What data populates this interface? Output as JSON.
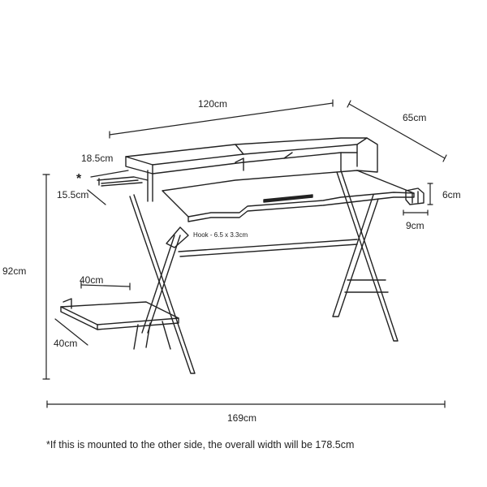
{
  "dimensions": {
    "desk_top_width": "120cm",
    "desk_depth": "65cm",
    "headphone_rack_length": "18.5cm",
    "headphone_rack_width": "15.5cm",
    "asterisk": "*",
    "cup_holder_height": "6cm",
    "cup_holder_diameter": "9cm",
    "hook": "Hook - 6.5 x 3.3cm",
    "overall_height": "92cm",
    "footrest_width": "40cm",
    "footrest_depth": "40cm",
    "overall_width": "169cm"
  },
  "footnote": "*If this is mounted to the other side, the overall width will be 178.5cm"
}
